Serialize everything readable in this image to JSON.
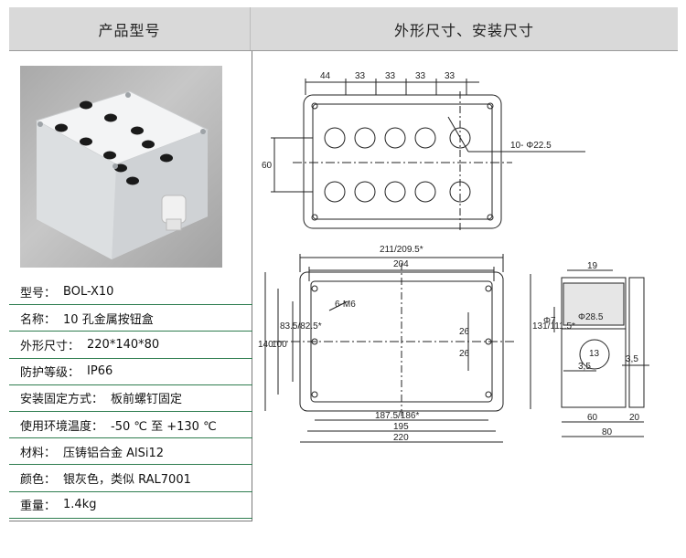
{
  "header": {
    "product_model": "产品型号",
    "dimensions_title": "外形尺寸、安装尺寸"
  },
  "specs": [
    {
      "label": "型号：",
      "value": "BOL-X10"
    },
    {
      "label": "名称：",
      "value": "10 孔金属按钮盒"
    },
    {
      "label": "外形尺寸：",
      "value": "220*140*80"
    },
    {
      "label": "防护等级：",
      "value": "IP66"
    },
    {
      "label": "安装固定方式：",
      "value": "板前螺钉固定"
    },
    {
      "label": "使用环境温度：",
      "value": "-50 ℃ 至 +130 ℃"
    },
    {
      "label": "材料：",
      "value": "压铸铝合金  AlSi12"
    },
    {
      "label": "颜色：",
      "value": "银灰色，类似  RAL7001"
    },
    {
      "label": "重量：",
      "value": "1.4kg"
    }
  ],
  "drawing": {
    "top_dims": [
      "44",
      "33",
      "33",
      "33",
      "33"
    ],
    "hole_callout": "10- Φ22.5",
    "dim_60": "60",
    "dim_211": "211/209.5*",
    "dim_204": "204",
    "dim_m6": "6-M6",
    "dim_140": "140",
    "dim_100": "100",
    "dim_835": "83.5/82.5*",
    "dim_26a": "26",
    "dim_26b": "26",
    "dim_131": "131/111.5*",
    "dim_1875": "187.5/186*",
    "dim_195": "195",
    "dim_220": "220",
    "side_19": "19",
    "side_phi7": "Φ7",
    "side_phi28": "Φ28.5",
    "side_13": "13",
    "side_35a": "3,5",
    "side_35b": "3,5",
    "side_60": "60",
    "side_20": "20",
    "side_80": "80"
  }
}
